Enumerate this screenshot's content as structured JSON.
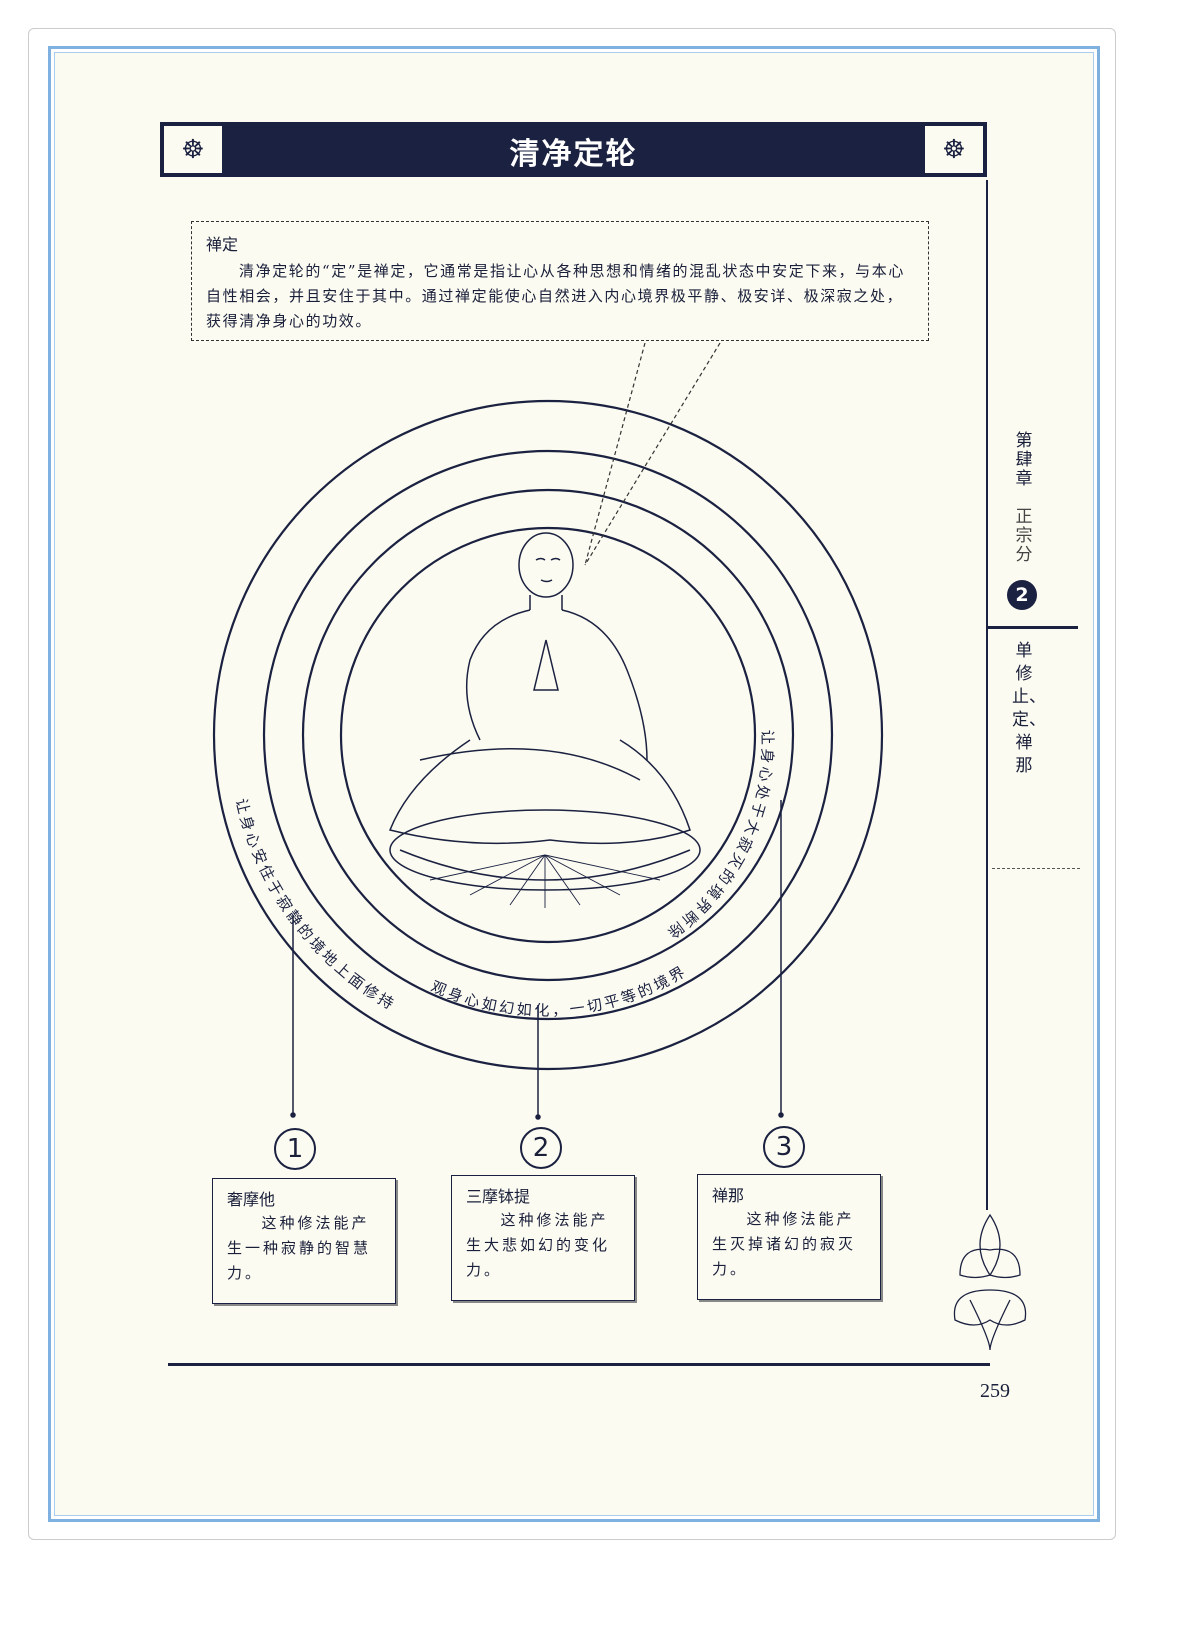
{
  "header": {
    "title": "清净定轮"
  },
  "note": {
    "heading": "禅定",
    "body": "清净定轮的“定”是禅定，它通常是指让心从各种思想和情绪的混乱状态中安定下来，与本心自性相会，并且安住于其中。通过禅定能使心自然进入内心境界极平静、极安详、极深寂之处，获得清净身心的功效。"
  },
  "rings": {
    "ring1": "让身心安住于寂静的境地上面修持",
    "ring2": "观身心如幻如化，一切平等的境界",
    "ring3": "让身心处于大寂灭的境界断除烦恼"
  },
  "methods": [
    {
      "number": "1",
      "title": "奢摩他",
      "text": "这种修法能产生一种寂静的智慧力。"
    },
    {
      "number": "2",
      "title": "三摩钵提",
      "text": "这种修法能产生大悲如幻的变化力。"
    },
    {
      "number": "3",
      "title": "禅那",
      "text": "这种修法能产生灭掉诸幻的寂灭力。"
    }
  ],
  "sidebar": {
    "chapter": "第肆章",
    "part": "正宗分",
    "badge": "2",
    "section": "单修止、定、禅那"
  },
  "footer": {
    "page_number": "259"
  },
  "colors": {
    "ink": "#1b2140",
    "frame": "#7fb1e0",
    "paper": "#fbfbf1"
  }
}
